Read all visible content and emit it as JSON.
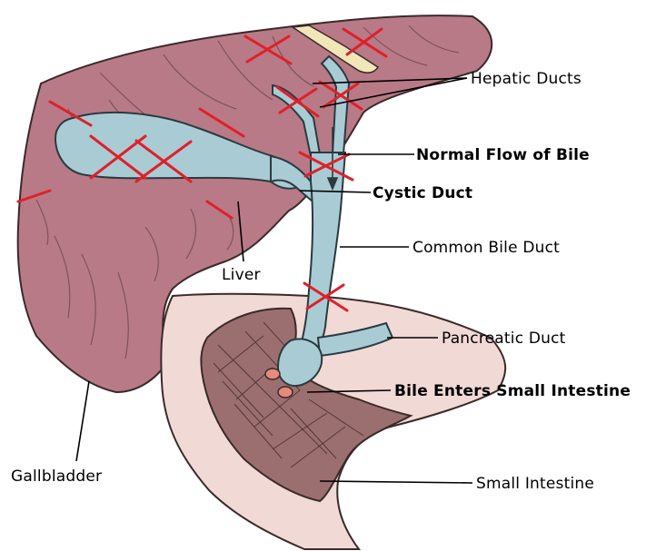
{
  "diagram": {
    "labels": {
      "hepatic_ducts": "Hepatic Ducts",
      "normal_flow": "Normal Flow of Bile",
      "cystic_duct": "Cystic Duct",
      "common_bile_duct": "Common Bile Duct",
      "liver": "Liver",
      "pancreatic_duct": "Pancreatic Duct",
      "bile_enters": "Bile Enters Small Intestine",
      "gallbladder": "Gallbladder",
      "small_intestine": "Small Intestine"
    },
    "colors": {
      "liver": "#b87a86",
      "liver_stroke": "#3a2a2a",
      "duct": "#a9cbd4",
      "duct_stroke": "#2a3a40",
      "intestine_outer": "#f1d9d6",
      "intestine_inner": "#9b6f70",
      "papilla": "#e58a7c",
      "cross": "#e0202a",
      "ligament": "#f1e6b8"
    }
  }
}
